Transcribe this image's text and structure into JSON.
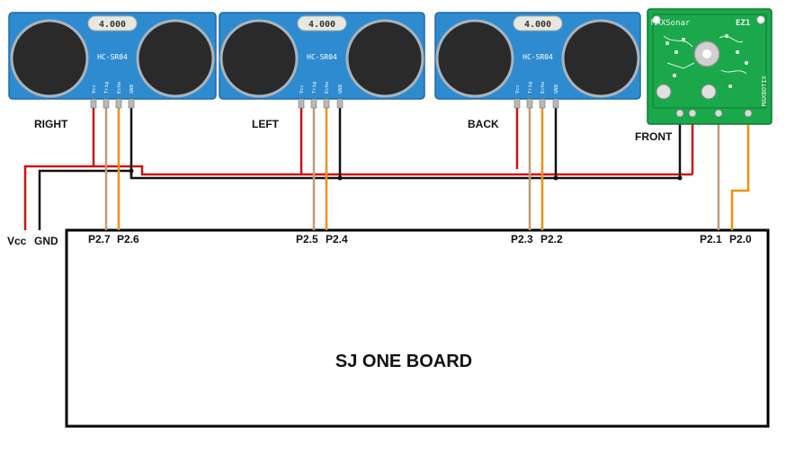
{
  "colors": {
    "vcc_wire": "#d01010",
    "gnd_wire": "#111111",
    "trig_wire": "#c49a7a",
    "echo_wire": "#f0900a",
    "sensor_board": "#2e8bd0",
    "transducer": "#2a2a2a",
    "maxbotix_board": "#1aa84a"
  },
  "sensors": {
    "right": {
      "label": "RIGHT",
      "display": "4.000",
      "chip": "HC-SR04",
      "pins": [
        "Vcc",
        "Trig",
        "Echo",
        "GND"
      ]
    },
    "left": {
      "label": "LEFT",
      "display": "4.000",
      "chip": "HC-SR04",
      "pins": [
        "Vcc",
        "Trig",
        "Echo",
        "GND"
      ]
    },
    "back": {
      "label": "BACK",
      "display": "4.000",
      "chip": "HC-SR04",
      "pins": [
        "Vcc",
        "Trig",
        "Echo",
        "GND"
      ]
    },
    "front": {
      "label": "FRONT",
      "brand": "MAXSonar",
      "model": "EZ1",
      "maker": "MAXBOTIX"
    }
  },
  "board": {
    "title": "SJ ONE BOARD",
    "power_labels": [
      "Vcc",
      "GND"
    ],
    "pins": [
      "P2.7",
      "P2.6",
      "P2.5",
      "P2.4",
      "P2.3",
      "P2.2",
      "P2.1",
      "P2.0"
    ]
  }
}
